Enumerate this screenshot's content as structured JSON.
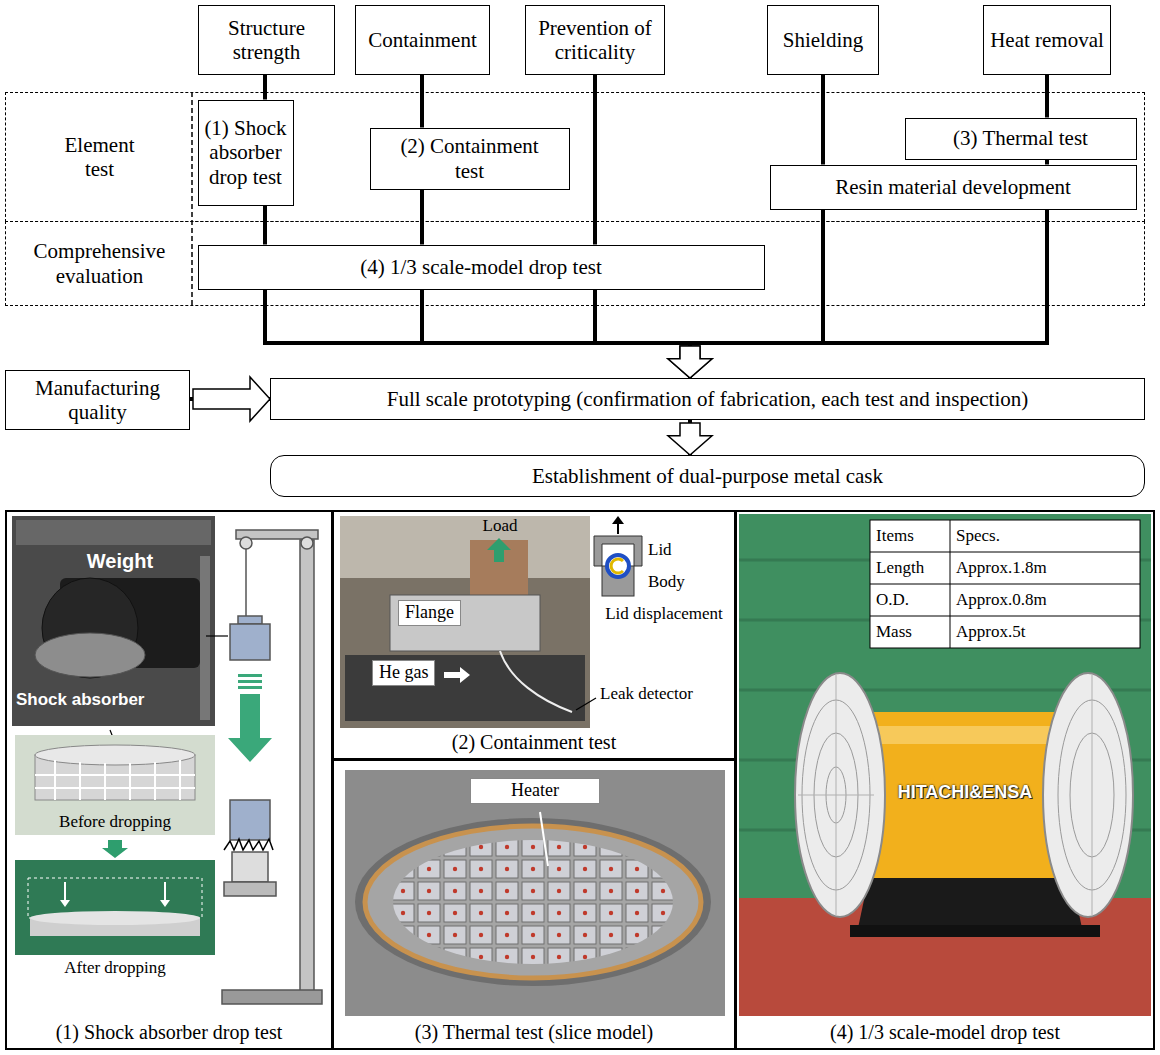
{
  "diagram": {
    "nodes": [
      {
        "text": [
          "Structure strength"
        ]
      },
      {
        "text": [
          "Containment"
        ]
      },
      {
        "text": [
          "Prevention of criticality"
        ]
      },
      {
        "text": [
          "Shielding"
        ]
      },
      {
        "text": [
          "Heat removal"
        ]
      },
      {
        "text": [
          "Element test"
        ]
      },
      {
        "text": [
          "(1) Shock absorber drop test"
        ],
        "in": 5
      },
      {
        "text": [
          "(2) Containment test"
        ],
        "in": 5
      },
      {
        "text": [
          "(3) Thermal test"
        ],
        "in": 5
      },
      {
        "text": [
          "Resin material development"
        ],
        "in": 5
      },
      {
        "text": [
          "Comprehensive evaluation"
        ]
      },
      {
        "text": [
          "(4) 1/3 scale-model drop test"
        ],
        "in": 10
      },
      {
        "text": [
          "Manufacturing quality"
        ]
      },
      {
        "text": [
          "Full scale prototyping (confirmation of fabrication, each test and inspection)"
        ]
      },
      {
        "text": [
          "Establishment of dual-purpose metal cask"
        ]
      },
      {
        "text": [
          "(1) Shock absorber drop test"
        ]
      },
      {
        "text": [
          "(2) Containment test"
        ]
      },
      {
        "text": [
          "(3) Thermal test (slice model)"
        ]
      },
      {
        "text": [
          "(4) 1/3 scale-model drop test"
        ]
      }
    ],
    "edges": [
      {
        "from": 0,
        "to": 6,
        "arrow": "none"
      },
      {
        "from": 1,
        "to": 7,
        "arrow": "none"
      },
      {
        "from": 2,
        "to": 11,
        "arrow": "none"
      },
      {
        "from": 3,
        "to": 9,
        "arrow": "none"
      },
      {
        "from": 4,
        "to": 8,
        "arrow": "none"
      },
      {
        "from": 8,
        "to": 9,
        "arrow": "none"
      },
      {
        "from": 6,
        "to": 11,
        "arrow": "none"
      },
      {
        "from": 7,
        "to": 11,
        "arrow": "none"
      },
      {
        "from": 11,
        "to": 13,
        "arrow": "to"
      },
      {
        "from": 9,
        "to": 13,
        "arrow": "to"
      },
      {
        "from": 12,
        "to": 13,
        "arrow": "to"
      },
      {
        "from": 13,
        "to": 14,
        "arrow": "to"
      }
    ],
    "labels": [
      "Weight",
      "Shock absorber",
      "Before dropping",
      "After dropping",
      "Load",
      "Lid",
      "Body",
      "Lid displacement",
      "Flange",
      "He gas",
      "Leak detector",
      "Heater",
      "Items",
      "Specs.",
      "Length",
      "Approx.1.8m",
      "O.D.",
      "Approx.0.8m",
      "Mass",
      "Approx.5t",
      "HITACHI&ENSA"
    ]
  }
}
